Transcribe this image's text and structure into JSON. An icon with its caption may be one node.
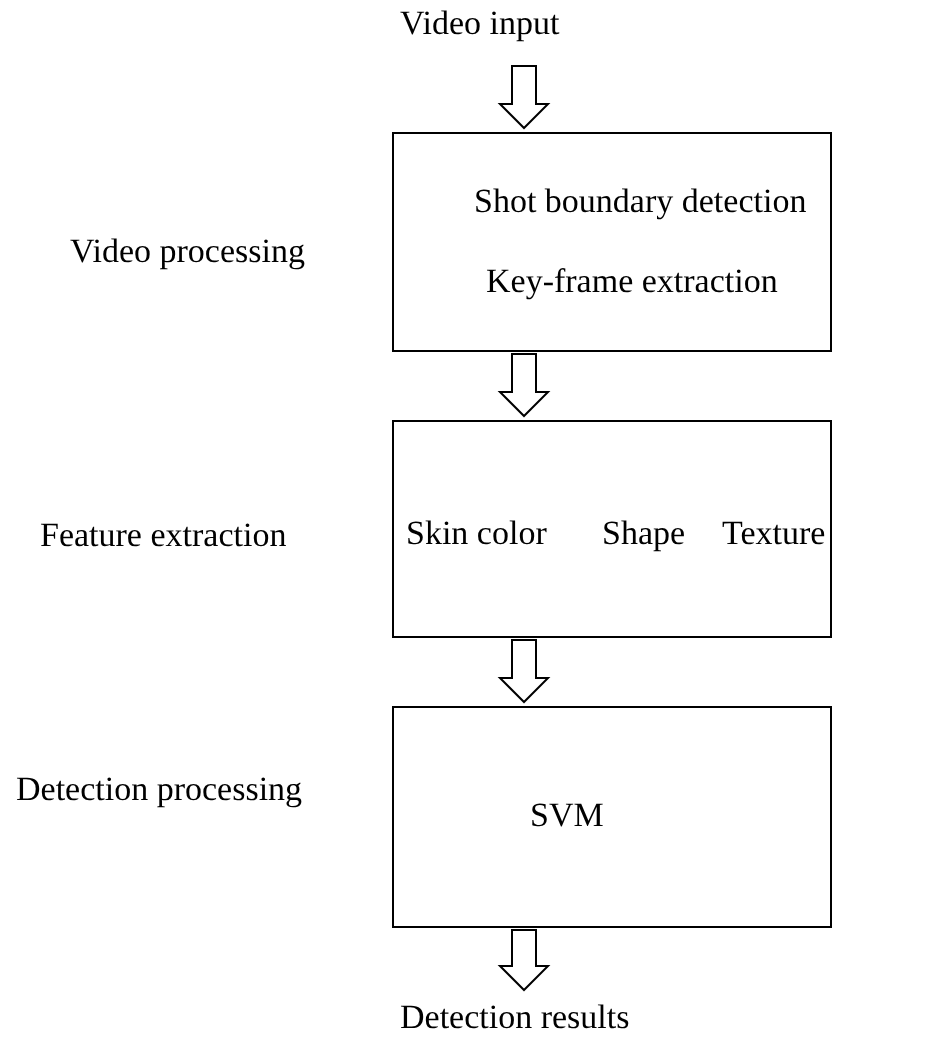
{
  "diagram": {
    "nodes": [
      {
        "text": [
          "Video input"
        ]
      },
      {
        "text": [
          "Shot boundary detection",
          "Key-frame extraction"
        ],
        "beside": [
          "Video processing"
        ]
      },
      {
        "text": [
          "Skin color",
          "Shape",
          "Texture"
        ],
        "beside": [
          "Feature extraction"
        ]
      },
      {
        "text": [
          "SVM"
        ],
        "beside": [
          "Detection processing"
        ]
      },
      {
        "text": [
          "Detection results"
        ]
      }
    ],
    "edges": [
      {
        "from": 0,
        "to": 1,
        "arrow": "to"
      },
      {
        "from": 1,
        "to": 2,
        "arrow": "to"
      },
      {
        "from": 2,
        "to": 3,
        "arrow": "to"
      },
      {
        "from": 3,
        "to": 4,
        "arrow": "to"
      }
    ]
  }
}
